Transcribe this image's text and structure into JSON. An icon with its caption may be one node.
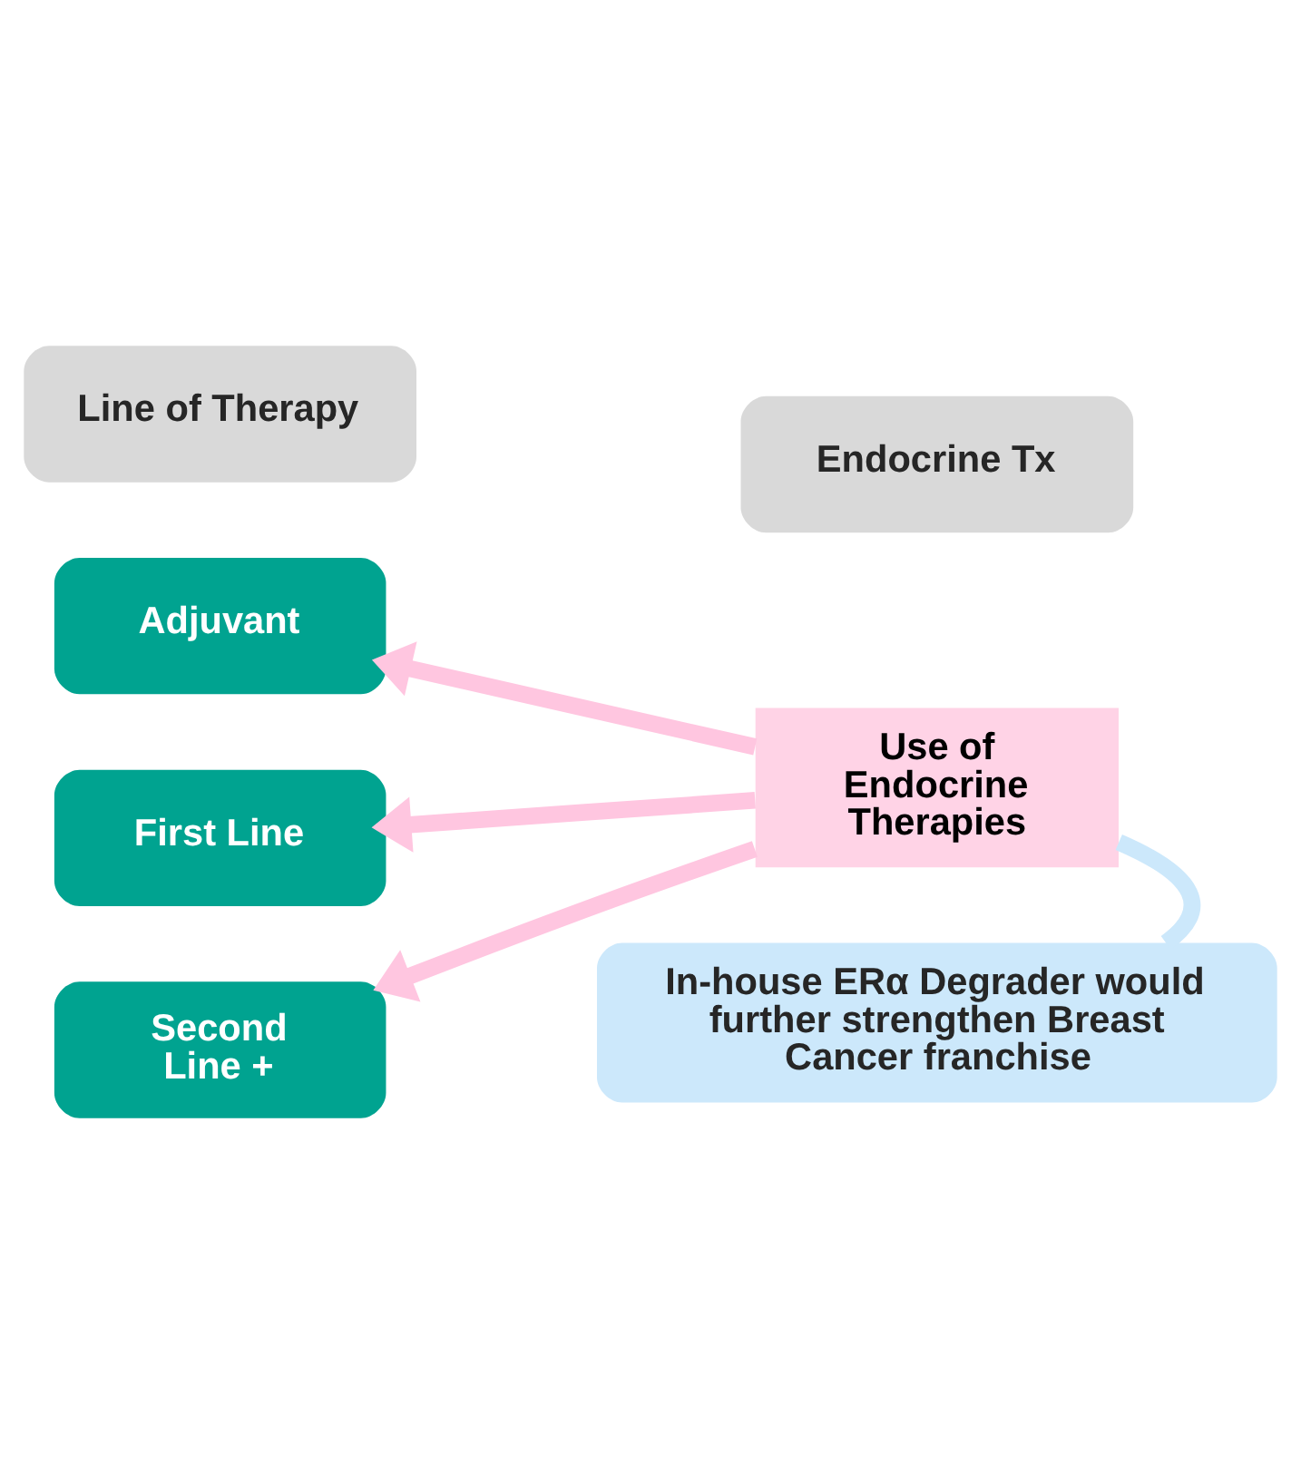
{
  "diagram": {
    "nodes": [
      {
        "text": [
          "Line of Therapy"
        ]
      },
      {
        "text": [
          "Endocrine Tx"
        ]
      },
      {
        "text": [
          "Adjuvant"
        ]
      },
      {
        "text": [
          "First Line"
        ]
      },
      {
        "text": [
          "Second Line +"
        ]
      },
      {
        "text": [
          "Use of Endocrine Therapies"
        ]
      },
      {
        "text": [
          "In-house ERα Degrader would further strengthen Breast Cancer franchise"
        ]
      }
    ],
    "edges": [
      {
        "from": 5,
        "to": 2,
        "arrow": "to"
      },
      {
        "from": 5,
        "to": 3,
        "arrow": "to"
      },
      {
        "from": 5,
        "to": 4,
        "arrow": "to"
      },
      {
        "from": 6,
        "to": 5,
        "arrow": "none",
        "color": "#cce8fb"
      }
    ]
  }
}
